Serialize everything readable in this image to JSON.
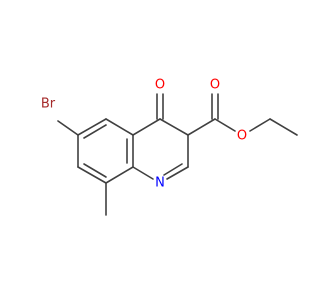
{
  "molecule": {
    "atoms": [
      {
        "id": "Br",
        "label": "Br",
        "color": "#a52a2a"
      },
      {
        "id": "O_ketone",
        "label": "O",
        "color": "#ff0000"
      },
      {
        "id": "O_carbonyl",
        "label": "O",
        "color": "#ff0000"
      },
      {
        "id": "O_ester",
        "label": "O",
        "color": "#ff0000"
      },
      {
        "id": "N",
        "label": "N",
        "color": "#0000ff"
      }
    ],
    "bond_color": "#404040"
  }
}
